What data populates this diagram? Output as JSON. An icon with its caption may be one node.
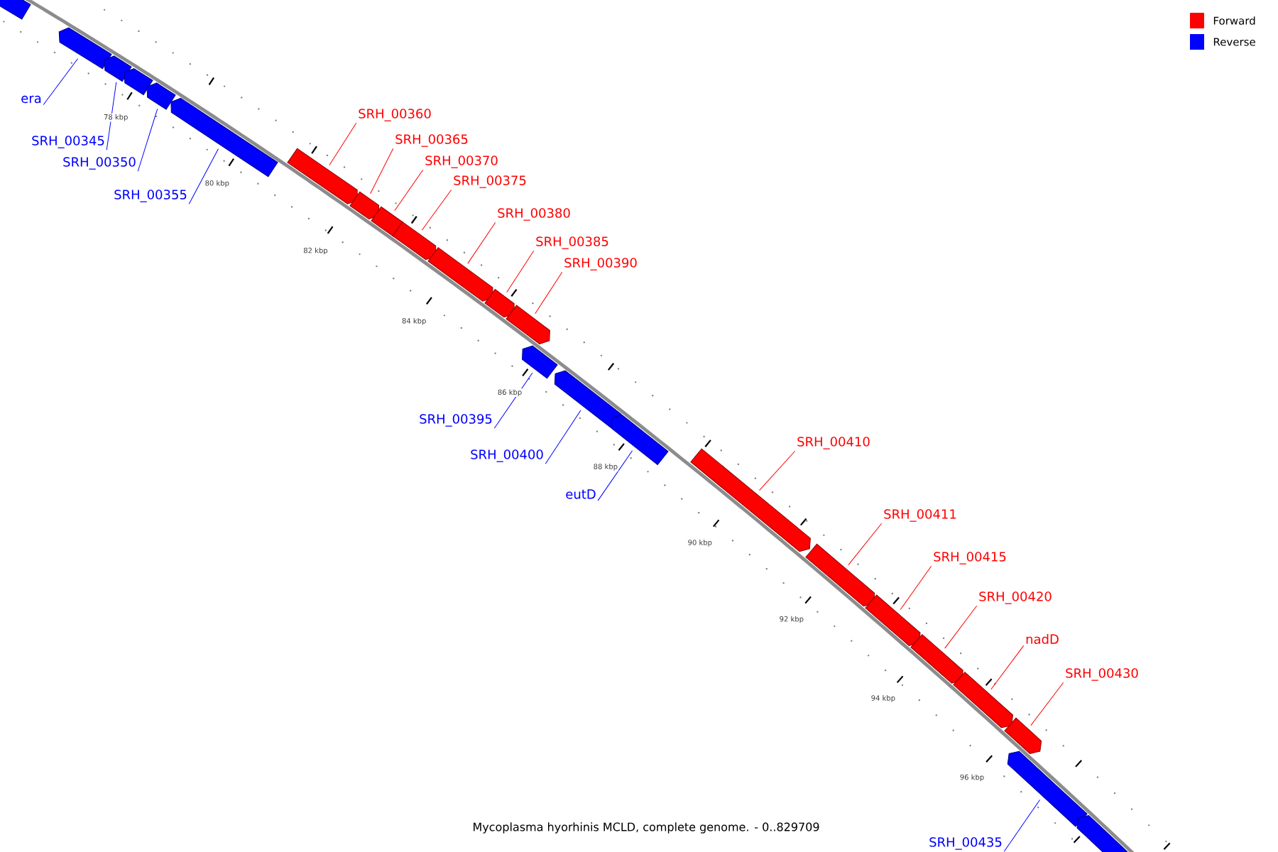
{
  "diagram": {
    "caption": "Mycoplasma hyorhinis MCLD, complete genome. - 0..829709",
    "nodes": [
      {
        "text": [],
        "shape": "bar"
      },
      {
        "text": [],
        "shape": "bar"
      },
      {
        "text": [],
        "shape": "bar"
      },
      {
        "text": [],
        "shape": "bar"
      },
      {
        "text": [],
        "shape": "bar"
      },
      {
        "text": [],
        "shape": "bar"
      },
      {
        "text": [],
        "shape": "bar"
      },
      {
        "text": [],
        "shape": "bar"
      },
      {
        "text": [],
        "shape": "bar"
      },
      {
        "text": [],
        "shape": "bar"
      },
      {
        "text": [],
        "shape": "bar"
      },
      {
        "text": [],
        "shape": "bar"
      },
      {
        "text": [],
        "shape": "bar"
      },
      {
        "text": [],
        "shape": "bar"
      },
      {
        "text": [],
        "shape": "bar"
      },
      {
        "text": [],
        "shape": "bar"
      },
      {
        "text": [],
        "shape": "bar"
      },
      {
        "text": [],
        "shape": "bar"
      },
      {
        "text": [],
        "shape": "bar"
      },
      {
        "text": [],
        "shape": "bar"
      },
      {
        "text": [],
        "shape": "bar"
      },
      {
        "text": [],
        "shape": "bar"
      },
      {
        "text": [],
        "shape": "bar"
      },
      {
        "text": [],
        "shape": "bar"
      },
      {
        "text": [
          "era"
        ]
      },
      {
        "text": [
          "SRH_00345"
        ]
      },
      {
        "text": [
          "SRH_00350"
        ]
      },
      {
        "text": [
          "SRH_00355"
        ]
      },
      {
        "text": [
          "SRH_00360"
        ]
      },
      {
        "text": [
          "SRH_00365"
        ]
      },
      {
        "text": [
          "SRH_00370"
        ]
      },
      {
        "text": [
          "SRH_00375"
        ]
      },
      {
        "text": [
          "SRH_00380"
        ]
      },
      {
        "text": [
          "SRH_00385"
        ]
      },
      {
        "text": [
          "SRH_00390"
        ]
      },
      {
        "text": [
          "SRH_00395"
        ]
      },
      {
        "text": [
          "SRH_00400"
        ]
      },
      {
        "text": [
          "eutD"
        ]
      },
      {
        "text": [
          "SRH_00410"
        ]
      },
      {
        "text": [
          "SRH_00411"
        ]
      },
      {
        "text": [
          "SRH_00415"
        ]
      },
      {
        "text": [
          "SRH_00420"
        ]
      },
      {
        "text": [
          "nadD"
        ]
      },
      {
        "text": [
          "SRH_00430"
        ]
      },
      {
        "text": [
          "SRH_00435"
        ]
      }
    ],
    "edges": [
      {
        "from": 24,
        "to": 1,
        "arrow": "none",
        "color": "#0000ff"
      },
      {
        "from": 25,
        "to": 2,
        "arrow": "none",
        "color": "#0000ff"
      },
      {
        "from": 26,
        "to": 4,
        "arrow": "none",
        "color": "#0000ff"
      },
      {
        "from": 27,
        "to": 5,
        "arrow": "none",
        "color": "#0000ff"
      },
      {
        "from": 28,
        "to": 6,
        "arrow": "none"
      },
      {
        "from": 29,
        "to": 7,
        "arrow": "none"
      },
      {
        "from": 30,
        "to": 8,
        "arrow": "none"
      },
      {
        "from": 31,
        "to": 9,
        "arrow": "none"
      },
      {
        "from": 32,
        "to": 10,
        "arrow": "none"
      },
      {
        "from": 33,
        "to": 11,
        "arrow": "none"
      },
      {
        "from": 34,
        "to": 12,
        "arrow": "none"
      },
      {
        "from": 35,
        "to": 13,
        "arrow": "none",
        "color": "#0000ff"
      },
      {
        "from": 36,
        "to": 14,
        "arrow": "none",
        "color": "#0000ff"
      },
      {
        "from": 37,
        "to": 15,
        "arrow": "none",
        "color": "#0000ff"
      },
      {
        "from": 38,
        "to": 16,
        "arrow": "none"
      },
      {
        "from": 39,
        "to": 17,
        "arrow": "none"
      },
      {
        "from": 40,
        "to": 18,
        "arrow": "none"
      },
      {
        "from": 41,
        "to": 19,
        "arrow": "none"
      },
      {
        "from": 42,
        "to": 20,
        "arrow": "none"
      },
      {
        "from": 43,
        "to": 21,
        "arrow": "none"
      },
      {
        "from": 44,
        "to": 22,
        "arrow": "none",
        "color": "#0000ff"
      }
    ],
    "labels": [
      "78 kbp",
      "80 kbp",
      "82 kbp",
      "84 kbp",
      "86 kbp",
      "88 kbp",
      "90 kbp",
      "92 kbp",
      "94 kbp",
      "96 kbp"
    ],
    "legend": [
      {
        "text": "Forward",
        "color": "#ff0000"
      },
      {
        "text": "Reverse",
        "color": "#0000ff"
      }
    ]
  }
}
